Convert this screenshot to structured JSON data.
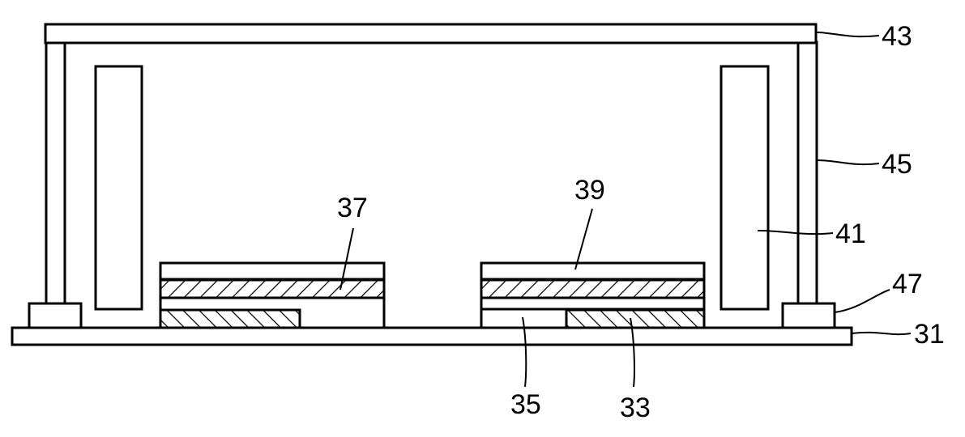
{
  "labels": {
    "ref_43": "43",
    "ref_45": "45",
    "ref_41": "41",
    "ref_47": "47",
    "ref_31": "31",
    "ref_39": "39",
    "ref_37": "37",
    "ref_35": "35",
    "ref_33": "33"
  },
  "colors": {
    "stroke": "#000000",
    "fill": "#ffffff"
  }
}
